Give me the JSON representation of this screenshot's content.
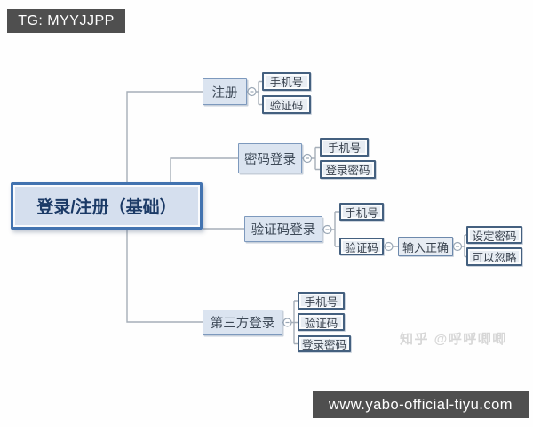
{
  "banners": {
    "top_left": "TG: MYYJJPP",
    "bottom_right": "www.yabo-official-tiyu.com"
  },
  "watermark": "知乎 @呼呼唧唧",
  "mindmap": {
    "root": {
      "label": "登录/注册（基础）"
    },
    "branches": [
      {
        "label": "注册",
        "children": [
          {
            "label": "手机号"
          },
          {
            "label": "验证码"
          }
        ]
      },
      {
        "label": "密码登录",
        "children": [
          {
            "label": "手机号"
          },
          {
            "label": "登录密码"
          }
        ]
      },
      {
        "label": "验证码登录",
        "children": [
          {
            "label": "手机号"
          },
          {
            "label": "验证码",
            "children": [
              {
                "label": "输入正确",
                "children": [
                  {
                    "label": "设定密码"
                  },
                  {
                    "label": "可以忽略"
                  }
                ]
              }
            ]
          }
        ]
      },
      {
        "label": "第三方登录",
        "children": [
          {
            "label": "手机号"
          },
          {
            "label": "验证码"
          },
          {
            "label": "登录密码"
          }
        ]
      }
    ]
  },
  "colors": {
    "root_border": "#4273b0",
    "root_fill": "#d5dfee",
    "branch_fill": "#dbe4f0",
    "branch_border": "#7d99bd",
    "leaf_border": "#44607f",
    "leaf_fill": "#e8edf3",
    "connector": "#a5aeb8",
    "banner_bg": "#4f4f4f",
    "banner_text": "#ffffff"
  }
}
